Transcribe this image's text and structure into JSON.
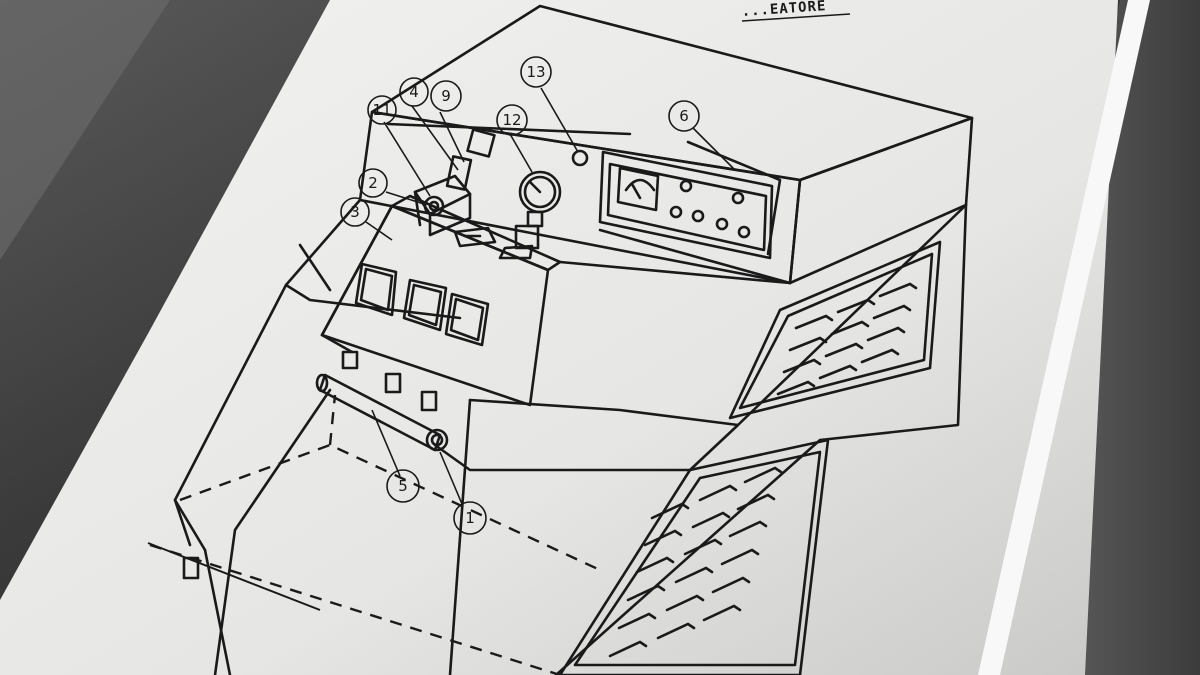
{
  "document": {
    "heading_fragment": "...EATORE"
  },
  "callouts": {
    "c1": "1",
    "c2": "2",
    "c3": "3",
    "c4": "4",
    "c5": "5",
    "c6": "6",
    "c9": "9",
    "c11": "11",
    "c12": "12",
    "c13": "13"
  },
  "colors": {
    "paper": "#e9e9e7",
    "ink": "#1a1a1a",
    "background": "#2a2a2a",
    "light_strip": "#f8f8f8"
  }
}
